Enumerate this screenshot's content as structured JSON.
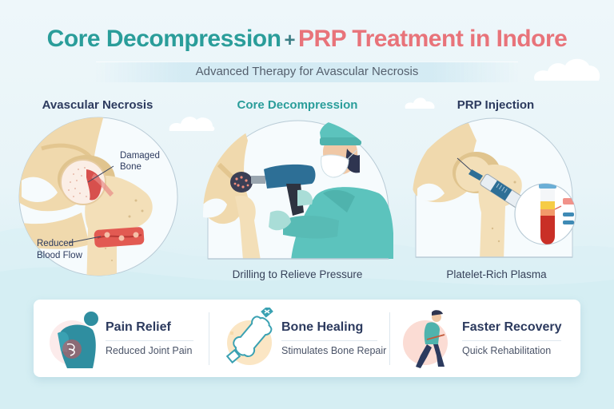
{
  "header": {
    "title_part1": "Core Decompression",
    "title_plus": "+",
    "title_part2": "PRP Treatment in Indore",
    "subtitle": "Advanced Therapy for Avascular Necrosis"
  },
  "panels": [
    {
      "title": "Avascular Necrosis",
      "caption": "",
      "labels": [
        "Damaged",
        "Bone",
        "Reduced",
        "Blood Flow"
      ],
      "title_color": "#2c3a5e"
    },
    {
      "title": "Core Decompression",
      "caption": "Drilling to Relieve Pressure",
      "title_color": "#2a9d9a"
    },
    {
      "title": "PRP Injection",
      "caption": "Platelet-Rich Plasma",
      "title_color": "#2c3a5e"
    }
  ],
  "benefits": [
    {
      "title": "Pain Relief",
      "subtitle": "Reduced Joint Pain",
      "icon": "back-pain-icon"
    },
    {
      "title": "Bone Healing",
      "subtitle": "Stimulates Bone Repair",
      "icon": "bone-icon"
    },
    {
      "title": "Faster Recovery",
      "subtitle": "Quick Rehabilitation",
      "icon": "walking-person-icon"
    }
  ],
  "colors": {
    "teal": "#2a9d9a",
    "coral": "#e8737a",
    "navy": "#2c3a5e",
    "bone": "#f2dcb3",
    "background": "#e8f4f8"
  }
}
